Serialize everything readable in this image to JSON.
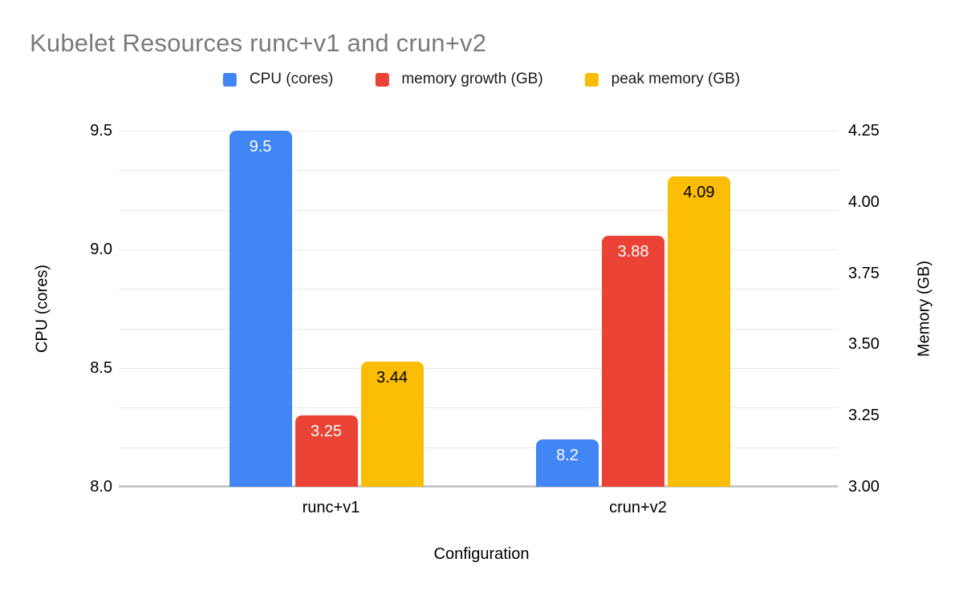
{
  "title": "Kubelet Resources runc+v1 and crun+v2",
  "title_color": "#7a7a7a",
  "colors": {
    "blue": "#4285F4",
    "red": "#EA4335",
    "yellow": "#FBBC04",
    "gridline": "#e8e8e8",
    "axis_line": "#c8c8c8",
    "text": "#000000"
  },
  "legend": {
    "items": [
      {
        "label": "CPU (cores)",
        "color": "#4285F4"
      },
      {
        "label": "memory growth (GB)",
        "color": "#EA4335"
      },
      {
        "label": "peak memory (GB)",
        "color": "#FBBC04"
      }
    ]
  },
  "chart_data": {
    "type": "bar",
    "title": "Kubelet Resources runc+v1 and crun+v2",
    "categories": [
      "runc+v1",
      "crun+v2"
    ],
    "series": [
      {
        "name": "CPU (cores)",
        "axis": "left",
        "color": "#4285F4",
        "values": [
          9.5,
          8.2
        ],
        "data_labels": [
          "9.5",
          "8.2"
        ],
        "data_label_color": "#ffffff"
      },
      {
        "name": "memory growth (GB)",
        "axis": "right",
        "color": "#EA4335",
        "values": [
          3.25,
          3.88
        ],
        "data_labels": [
          "3.25",
          "3.88"
        ],
        "data_label_color": "#ffffff"
      },
      {
        "name": "peak memory (GB)",
        "axis": "right",
        "color": "#FBBC04",
        "values": [
          3.44,
          4.09
        ],
        "data_labels": [
          "3.44",
          "4.09"
        ],
        "data_label_color": "#000000"
      }
    ],
    "xlabel": "Configuration",
    "left_axis": {
      "label": "CPU (cores)",
      "min": 8.0,
      "max": 9.5,
      "tick_labels": [
        "9.5",
        "9.0",
        "8.5",
        "8.0"
      ],
      "tick_values": [
        9.5,
        9.0,
        8.5,
        8.0
      ]
    },
    "right_axis": {
      "label": "Memory (GB)",
      "min": 3.0,
      "max": 4.25,
      "tick_labels": [
        "4.25",
        "4.00",
        "3.75",
        "3.50",
        "3.25",
        "3.00"
      ],
      "tick_values": [
        4.25,
        4.0,
        3.75,
        3.5,
        3.25,
        3.0
      ]
    },
    "grid": {
      "on": true,
      "horizontal_line_count": 10
    },
    "legend_position": "top"
  }
}
